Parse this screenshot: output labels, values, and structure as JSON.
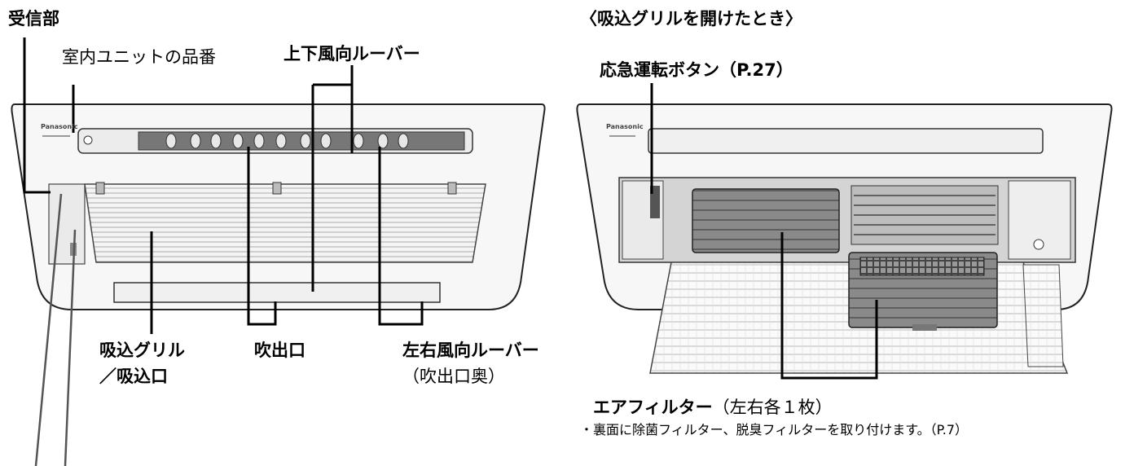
{
  "left": {
    "receiver": "受信部",
    "model_number": "室内ユニットの品番",
    "vertical_louver": "上下風向ルーバー",
    "intake_grille_line1": "吸込グリル",
    "intake_grille_line2": "／吸込口",
    "outlet": "吹出口",
    "horizontal_louver": "左右風向ルーバー",
    "horizontal_louver_note": "（吹出口奥）",
    "brand": "Panasonic"
  },
  "right": {
    "title": "〈吸込グリルを開けたとき〉",
    "emergency_button": "応急運転ボタン（P.27）",
    "air_filter": "エアフィルター",
    "air_filter_qty": "（左右各１枚）",
    "air_filter_note": "・裏面に除菌フィルター、脱臭フィルターを取り付けます。（P.7）",
    "brand": "Panasonic"
  }
}
